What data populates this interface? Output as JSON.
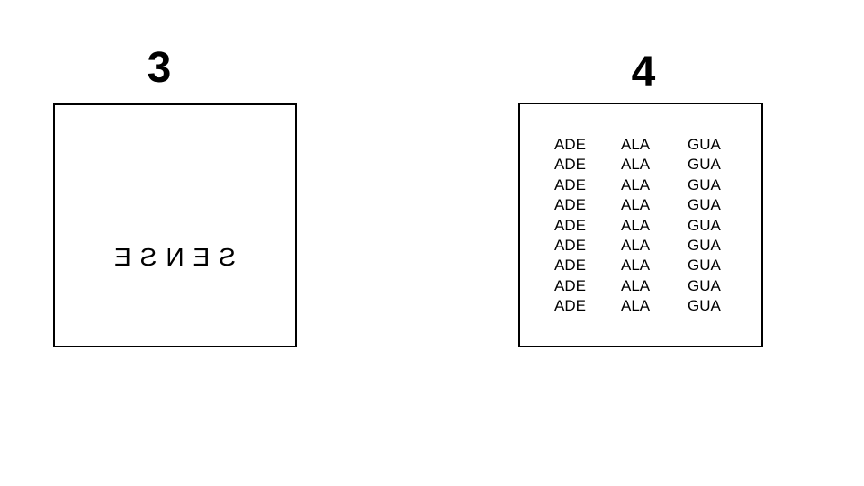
{
  "panels": [
    {
      "number": "3",
      "word": "SENSE"
    },
    {
      "number": "4",
      "columns": [
        "ADE",
        "ALA",
        "GUA"
      ],
      "row_count": 9
    }
  ]
}
